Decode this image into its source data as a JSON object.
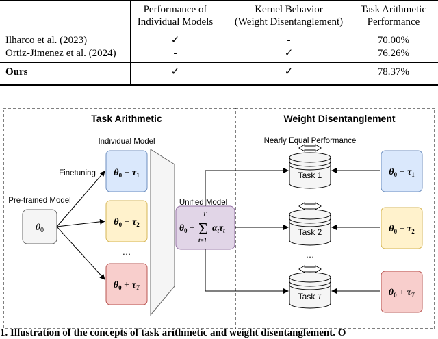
{
  "table": {
    "headers": {
      "col1": [
        "Performance of",
        "Individual Models"
      ],
      "col2": [
        "Kernel Behavior",
        "(Weight Disentanglement)"
      ],
      "col3": [
        "Task Arithmetic",
        "Performance"
      ]
    },
    "rows": [
      {
        "name": "Ilharco et al. (2023)",
        "individual": "✓",
        "kernel": "-",
        "performance": "70.00%"
      },
      {
        "name": "Ortiz-Jimenez et al. (2024)",
        "individual": "-",
        "kernel": "✓",
        "performance": "76.26%"
      },
      {
        "name": "Ours",
        "individual": "✓",
        "kernel": "✓",
        "performance": "78.37%"
      }
    ]
  },
  "figure": {
    "left_panel_title": "Task Arithmetic",
    "right_panel_title": "Weight Disentanglement",
    "pretrained_label": "Pre-trained Model",
    "pretrained_symbol": "θ",
    "pretrained_sub": "0",
    "individual_label": "Individual Model",
    "finetuning_label": "Finetuning",
    "unified_label": "Unified Model",
    "nearly_equal_label": "Nearly Equal Performance",
    "ellipsis": "…",
    "tasks": [
      {
        "task_word": "Task",
        "task_id": "1",
        "tau_sub": "1",
        "fill": "#dae8fc",
        "stroke": "#6c8ebf"
      },
      {
        "task_word": "Task",
        "task_id": "2",
        "tau_sub": "2",
        "fill": "#fff2cc",
        "stroke": "#d6b656"
      },
      {
        "task_word": "Task",
        "task_id": "T",
        "tau_sub": "T",
        "fill": "#f8cecc",
        "stroke": "#b85450"
      }
    ],
    "unified_fill": "#e1d5e7",
    "unified_stroke": "#9673a6",
    "pretrained_fill": "#f5f5f5",
    "pretrained_stroke": "#666666"
  },
  "caption": "1. Illustration of the concepts of task arithmetic and weight disentanglement. O"
}
